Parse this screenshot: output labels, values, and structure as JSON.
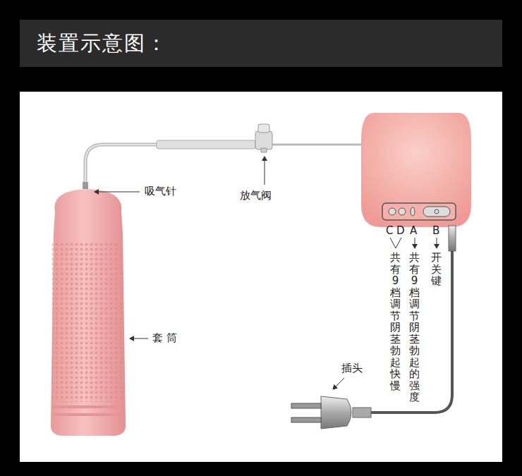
{
  "diagram": {
    "title": "装置示意图：",
    "labels": [
      "吸气针",
      "放气阀",
      "套 筒",
      "插头",
      "C",
      "D",
      "A",
      "B",
      "共有9档调节阴茎勃起快慢",
      "共有9档调节阴茎勃起的强度",
      "开关键"
    ]
  }
}
